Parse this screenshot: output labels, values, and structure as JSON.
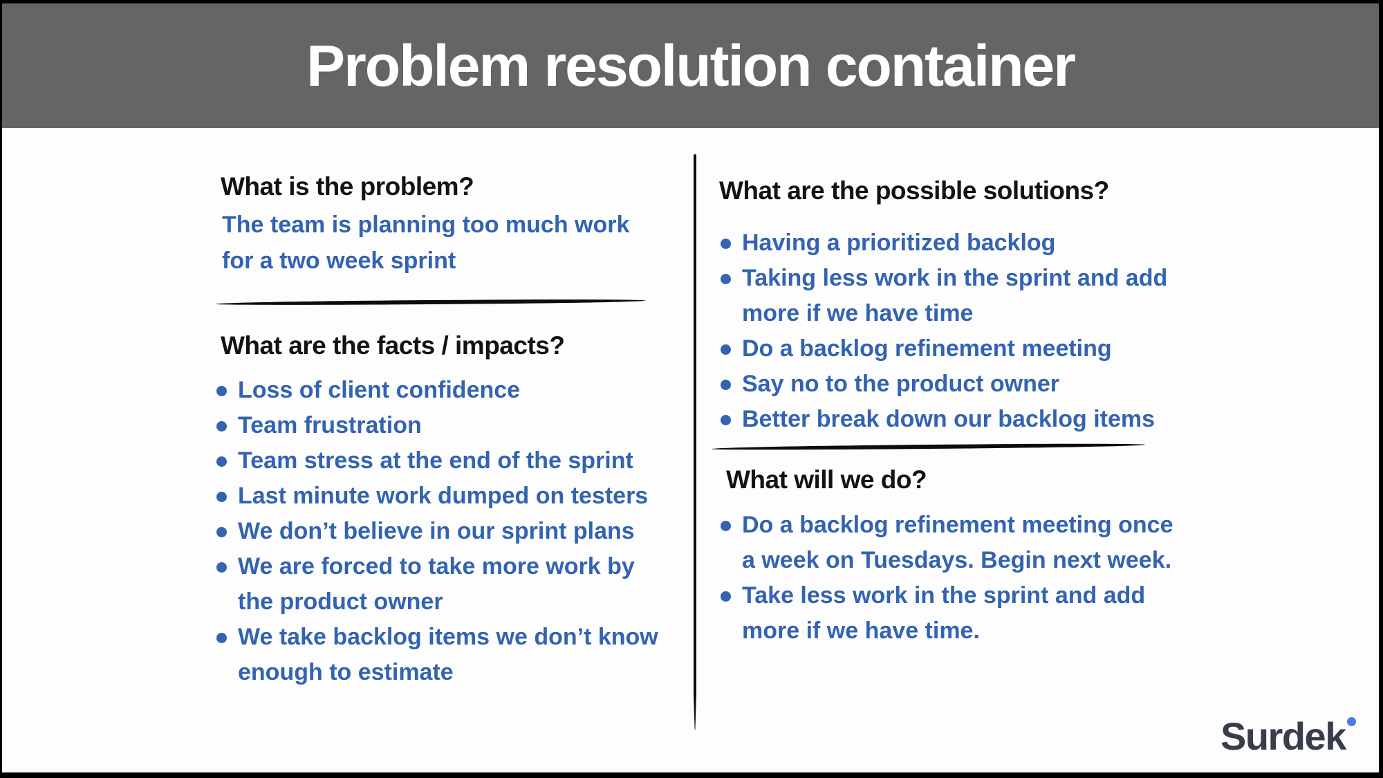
{
  "header": {
    "title": "Problem resolution container"
  },
  "left": {
    "problem": {
      "heading": "What is the problem?",
      "answer": "The team is planning too much work\nfor a two week sprint"
    },
    "facts": {
      "heading": "What are the facts / impacts?",
      "items": [
        "Loss of client confidence",
        "Team frustration",
        "Team stress at the end of the sprint",
        "Last minute work dumped on testers",
        "We don’t believe in our sprint plans",
        "We are forced to take more work by\nthe product owner",
        "We take backlog items we don’t know\nenough to estimate"
      ]
    }
  },
  "right": {
    "solutions": {
      "heading": "What are the possible solutions?",
      "items": [
        "Having a prioritized backlog",
        "Taking less work in the sprint and add\nmore if we have time",
        "Do a backlog refinement meeting",
        "Say no to the product owner",
        "Better break down our backlog items"
      ]
    },
    "plan": {
      "heading": "What will we do?",
      "items": [
        "Do a backlog refinement meeting once\na week on Tuesdays. Begin next week.",
        "Take less work in the sprint and add\nmore if we have time."
      ]
    }
  },
  "footer": {
    "logo": "Surdek"
  },
  "colors": {
    "header_bg": "#656565",
    "title": "#ffffff",
    "ink": "#131313",
    "blue": "#3363b1",
    "logo_text": "#373e4a",
    "logo_dot": "#4a7ce0",
    "slide_bg": "#fdfdfd"
  }
}
